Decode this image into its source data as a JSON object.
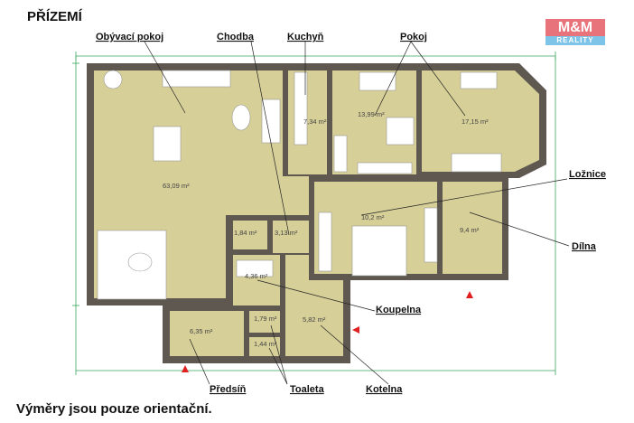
{
  "title": "PŘÍZEMÍ",
  "footer": "Výměry jsou pouze orientační.",
  "logo": {
    "top": "M&M",
    "bottom": "REALITY"
  },
  "colors": {
    "floor": "#d6cf98",
    "wall": "#5f5851",
    "dimension": "#3aa55a",
    "door_marker": "#e02020"
  },
  "labels": {
    "obyvaci": "Obývací pokoj",
    "chodba": "Chodba",
    "kuchyn": "Kuchyň",
    "pokoj": "Pokoj",
    "loznice": "Ložnice",
    "dilna": "Dílna",
    "koupelna": "Koupelna",
    "predsin": "Předsíň",
    "toaleta": "Toaleta",
    "kotelna": "Kotelna"
  },
  "areas": {
    "obyvaci": "63,09 m²",
    "kuchyn": "7,34 m²",
    "pokoj1": "13,99 m²",
    "pokoj2": "17,15 m²",
    "loznice": "10,2 m²",
    "dilna": "9,4 m²",
    "chodba": "3,13 m²",
    "maly": "1,84 m²",
    "koupelna": "4,36 m²",
    "kotelna": "5,82 m²",
    "predsin": "6,35 m²",
    "toaleta1": "1,79 m²",
    "toaleta2": "1,44 m²"
  }
}
